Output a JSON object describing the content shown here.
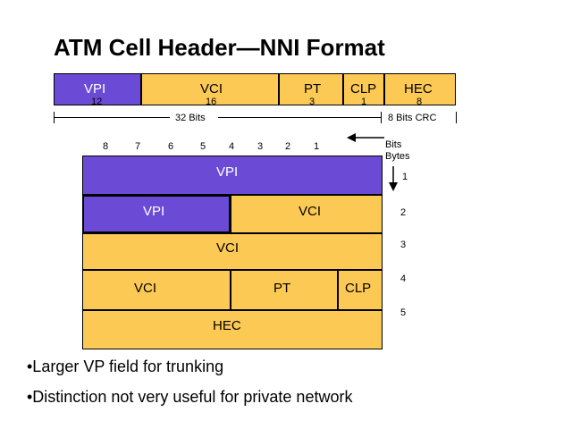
{
  "title": "ATM Cell Header—NNI Format",
  "top_row": {
    "fields": [
      {
        "label": "VPI",
        "bits": "12"
      },
      {
        "label": "VCI",
        "bits": "16"
      },
      {
        "label": "PT",
        "bits": "3"
      },
      {
        "label": "CLP",
        "bits": "1"
      },
      {
        "label": "HEC",
        "bits": "8"
      }
    ],
    "span_32": "32 Bits",
    "span_crc": "8 Bits CRC"
  },
  "bit_numbers": [
    "8",
    "7",
    "6",
    "5",
    "4",
    "3",
    "2",
    "1"
  ],
  "axis_labels": {
    "bits": "Bits",
    "bytes": "Bytes"
  },
  "byte_numbers": [
    "1",
    "2",
    "3",
    "4",
    "5"
  ],
  "grid": {
    "row1_vpi": "VPI",
    "row2_vpi": "VPI",
    "row2_vci": "VCI",
    "row3_vci": "VCI",
    "row4_vci": "VCI",
    "row4_pt": "PT",
    "row4_clp": "CLP",
    "row5_hec": "HEC"
  },
  "bullets": [
    "•Larger VP field for trunking",
    "•Distinction not very useful for private network"
  ],
  "colors": {
    "purple": "#6b4bd6",
    "gold": "#fcc955"
  }
}
